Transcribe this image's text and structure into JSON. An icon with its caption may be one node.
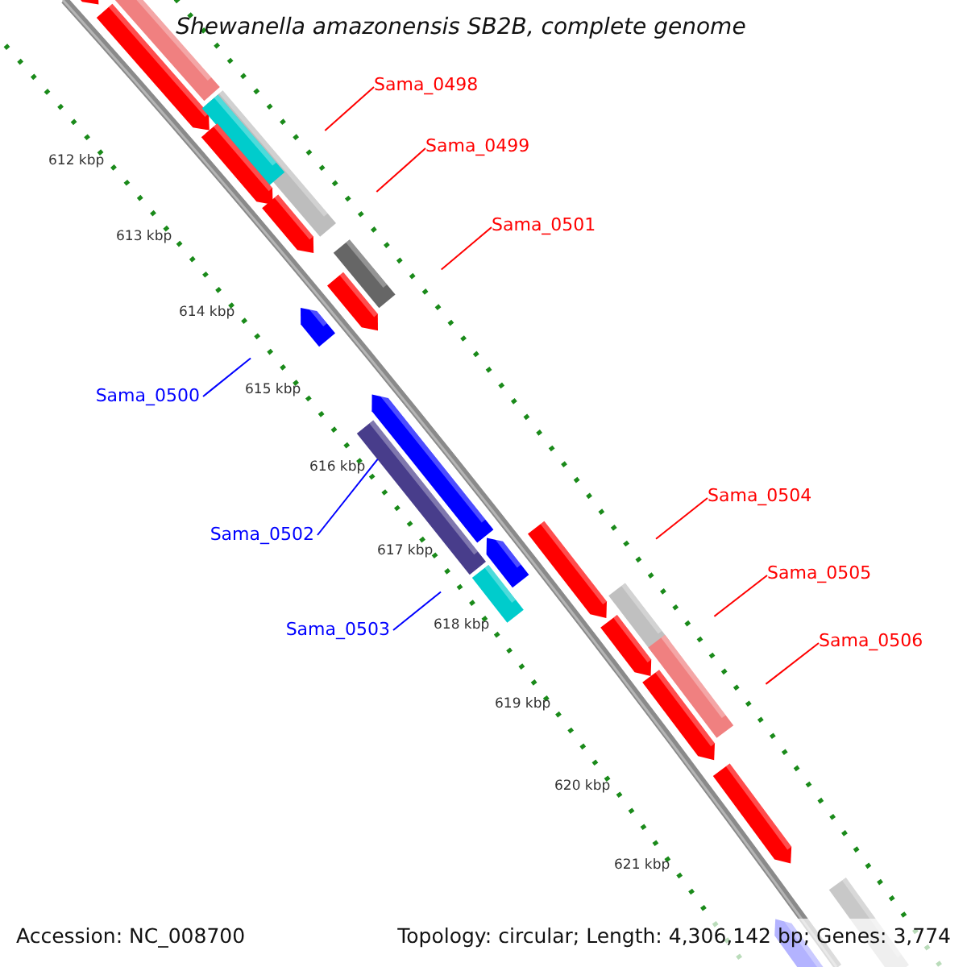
{
  "diagram": {
    "title": "Shewanella amazonensis SB2B, complete genome",
    "nodes": [
      {
        "text": [
          "Sama_0498"
        ]
      },
      {
        "text": [
          "Sama_0499"
        ]
      },
      {
        "text": [
          "Sama_0501"
        ]
      },
      {
        "text": [
          "Sama_0500"
        ]
      },
      {
        "text": [
          "Sama_0502"
        ]
      },
      {
        "text": [
          "Sama_0503"
        ]
      },
      {
        "text": [
          "Sama_0504"
        ]
      },
      {
        "text": [
          "Sama_0505"
        ]
      },
      {
        "text": [
          "Sama_0506"
        ]
      },
      {
        "text": [],
        "shape": "bar"
      }
    ],
    "edges": [
      {
        "from": 0,
        "to": null,
        "arrow": "none"
      },
      {
        "from": 1,
        "to": null,
        "arrow": "none"
      },
      {
        "from": 2,
        "to": null,
        "arrow": "none"
      },
      {
        "from": 3,
        "to": null,
        "arrow": "none",
        "color": "#0000ff"
      },
      {
        "from": 4,
        "to": 9,
        "arrow": "none",
        "color": "#0000ff"
      },
      {
        "from": 5,
        "to": null,
        "arrow": "none",
        "color": "#0000ff"
      },
      {
        "from": 6,
        "to": null,
        "arrow": "none"
      },
      {
        "from": 7,
        "to": null,
        "arrow": "none"
      },
      {
        "from": 8,
        "to": null,
        "arrow": "none"
      }
    ],
    "labels": [
      "612 kbp",
      "613 kbp",
      "614 kbp",
      "615 kbp",
      "616 kbp",
      "617 kbp",
      "618 kbp",
      "619 kbp",
      "620 kbp",
      "621 kbp",
      "Accession: NC_008700",
      "Topology: circular; Length: 4,306,142 bp; Genes: 3,774"
    ]
  }
}
